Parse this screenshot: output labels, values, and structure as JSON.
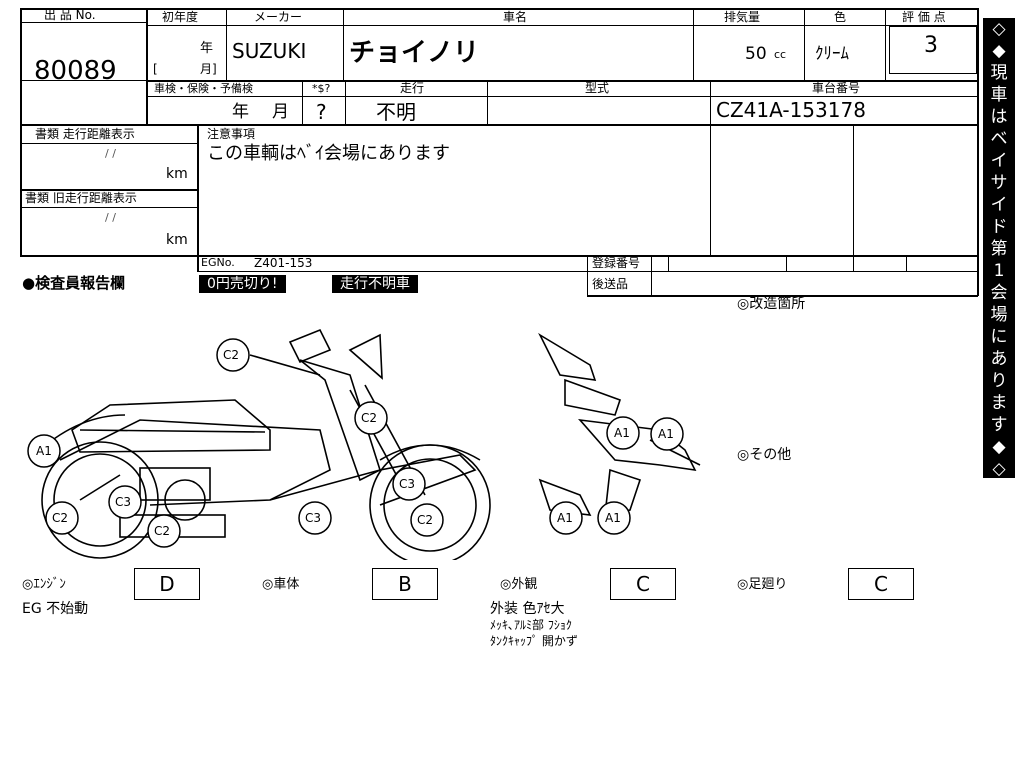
{
  "header": {
    "lot_no_label": "出 品 No.",
    "year_label": "初年度",
    "maker_label": "メーカー",
    "carname_label": "車名",
    "displacement_label": "排気量",
    "color_label": "色",
    "score_label": "評 価 点",
    "lot_no": "80089",
    "year_unit": "年",
    "month_bracket": "[",
    "month_unit": "月]",
    "maker": "SUZUKI",
    "carname": "チョイノリ",
    "displacement": "50",
    "displacement_unit": "cc",
    "color": "ｸﾘｰﾑ",
    "score": "3"
  },
  "row2": {
    "inspection_label": "車検・保険・予備検",
    "sdollar_label": "*$?",
    "mileage_label": "走行",
    "model_label": "型式",
    "chassis_label": "車台番号",
    "insp_year": "年",
    "insp_month": "月",
    "sdollar_value": "?",
    "mileage": "不明",
    "model": "",
    "chassis": "CZ41A-153178"
  },
  "left_panel": {
    "doc_mileage_label": "書類 走行距離表示",
    "doc_old_mileage_label": "書類 旧走行距離表示",
    "slashes": "/     /",
    "km": "km"
  },
  "notes": {
    "label": "注意事項",
    "text": "この車輌はﾍﾞｲ会場にあります"
  },
  "egno": {
    "label": "EGNo.",
    "value": "Z401-153",
    "registration_label": "登録番号",
    "post_label": "後送品"
  },
  "inspector": {
    "label": "●検査員報告欄",
    "badge1": "0円売切り!",
    "badge2": "走行不明車",
    "modified_label": "◎改造箇所",
    "other_label": "◎その他"
  },
  "damage_marks": [
    "C2",
    "A1",
    "C2",
    "C3",
    "C3",
    "C2",
    "C2",
    "C3",
    "C2",
    "A1",
    "A1",
    "A1",
    "A1"
  ],
  "grades": {
    "engine_label": "◎ｴﾝｼﾞﾝ",
    "engine": "D",
    "body_label": "◎車体",
    "body": "B",
    "exterior_label": "◎外観",
    "exterior": "C",
    "suspension_label": "◎足廻り",
    "suspension": "C"
  },
  "remarks": {
    "engine_note": "EG 不始動",
    "ext1": "外装 色ｱｾ大",
    "ext2": "ﾒｯｷ､ｱﾙﾐ部 ﾌｼｮｸ",
    "ext3": "ﾀﾝｸｷｬｯﾌﾟ 開かず"
  },
  "sidebar": {
    "chars": [
      "◇",
      "◆",
      "現",
      "車",
      "は",
      "ベ",
      "イ",
      "サ",
      "イ",
      "ド",
      "第",
      "1",
      "会",
      "場",
      "に",
      "あ",
      "り",
      "ま",
      "す",
      "◆",
      "◇"
    ]
  }
}
